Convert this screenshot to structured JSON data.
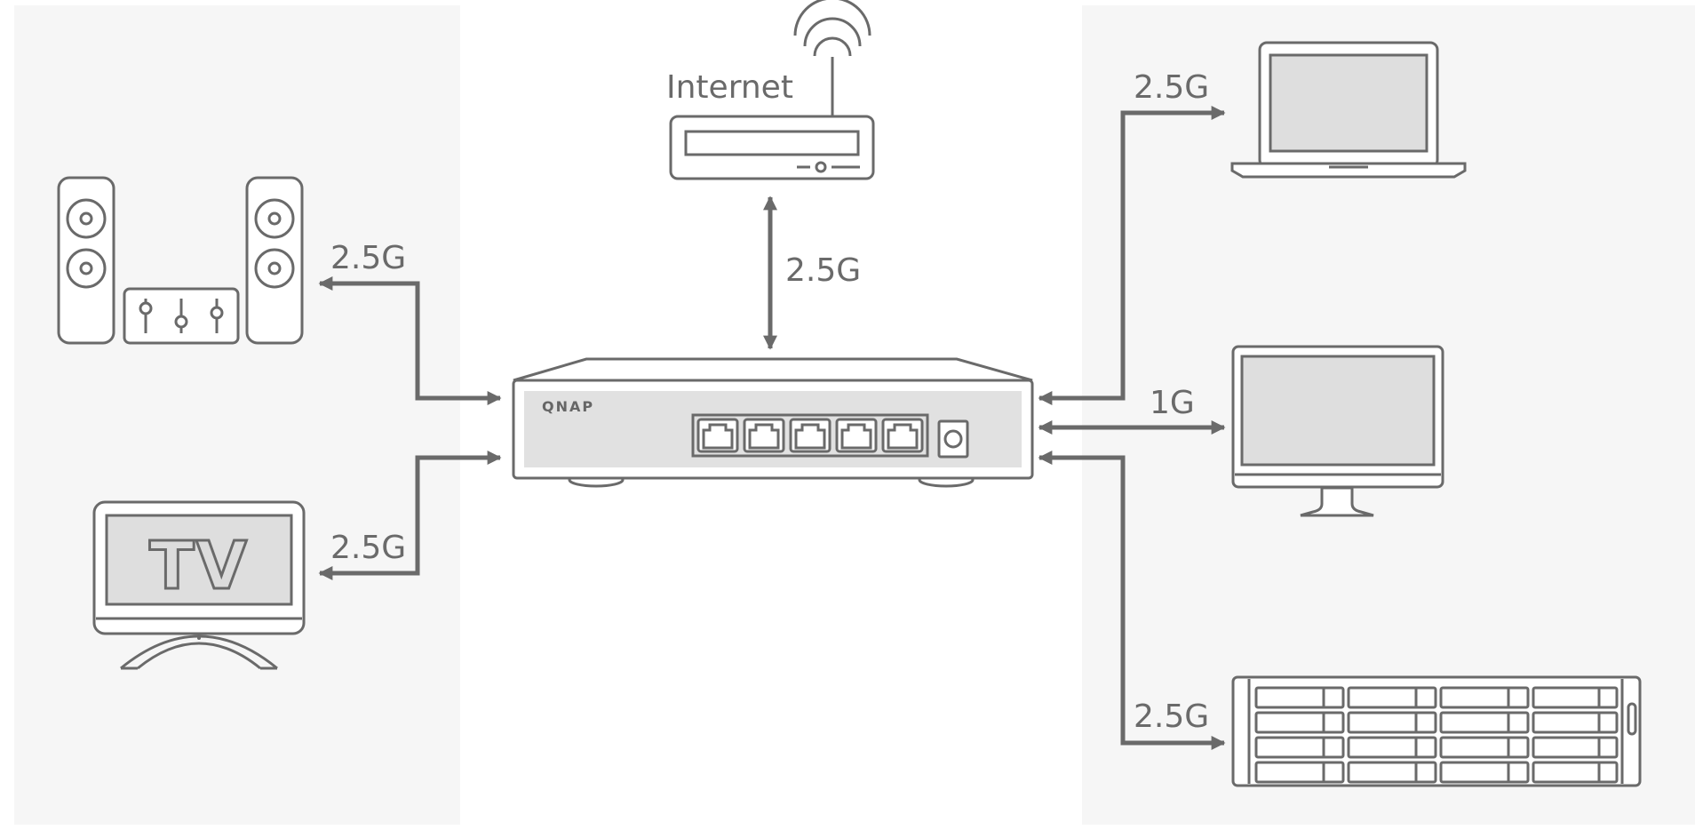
{
  "colors": {
    "line": "#6a6a6a",
    "panel": "#f6f6f6",
    "screen": "#dedede",
    "background": "#ffffff"
  },
  "router": {
    "label": "Internet",
    "link_speed": "2.5G",
    "icon": "router-icon"
  },
  "switch": {
    "brand": "QNAP",
    "port_count": 5,
    "icon": "network-switch-icon"
  },
  "left_devices": [
    {
      "name": "speakers",
      "icon": "speaker-system-icon",
      "link_speed": "2.5G"
    },
    {
      "name": "tv",
      "icon": "tv-icon",
      "screen_text": "TV",
      "link_speed": "2.5G"
    }
  ],
  "right_devices": [
    {
      "name": "laptop",
      "icon": "laptop-icon",
      "link_speed": "2.5G"
    },
    {
      "name": "monitor",
      "icon": "monitor-icon",
      "link_speed": "1G"
    },
    {
      "name": "nas",
      "icon": "nas-storage-icon",
      "link_speed": "2.5G"
    }
  ]
}
